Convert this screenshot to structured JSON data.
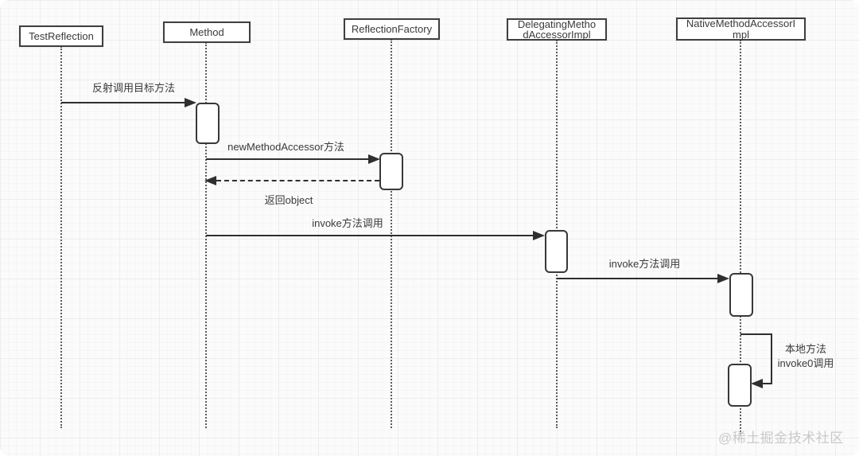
{
  "diagram": {
    "type": "uml-sequence-diagram",
    "actors": [
      {
        "name": "TestReflection"
      },
      {
        "name": "Method"
      },
      {
        "name": "ReflectionFactory"
      },
      {
        "name": "DelegatingMetho\ndAccessorImpl",
        "full_name": "DelegatingMethodAccessorImpl"
      },
      {
        "name": "NativeMethodAccessorI\nmpl",
        "full_name": "NativeMethodAccessorImpl"
      }
    ],
    "messages": [
      {
        "label": "反射调用目标方法",
        "from": "TestReflection",
        "to": "Method",
        "style": "solid-arrow"
      },
      {
        "label": "newMethodAccessor方法",
        "from": "Method",
        "to": "ReflectionFactory",
        "style": "solid-arrow"
      },
      {
        "label": "返回object",
        "from": "ReflectionFactory",
        "to": "Method",
        "style": "dashed-return-arrow"
      },
      {
        "label": "invoke方法调用",
        "from": "Method",
        "to": "DelegatingMethodAccessorImpl",
        "style": "solid-arrow"
      },
      {
        "label": "invoke方法调用",
        "from": "DelegatingMethodAccessorImpl",
        "to": "NativeMethodAccessorImpl",
        "style": "solid-arrow"
      },
      {
        "label": "本地方法\ninvoke0调用",
        "from": "NativeMethodAccessorImpl",
        "to": "NativeMethodAccessorImpl",
        "style": "self-call-arrow"
      }
    ],
    "watermark": "@稀土掘金技术社区"
  },
  "colors": {
    "line": "#2f2f2f",
    "box_border": "#3f3f3f",
    "box_fill": "#ffffff",
    "text": "#3a3a3a",
    "watermark": "#c9c9c9",
    "background": "#fbfbfb",
    "grid_line": "#ededed"
  }
}
